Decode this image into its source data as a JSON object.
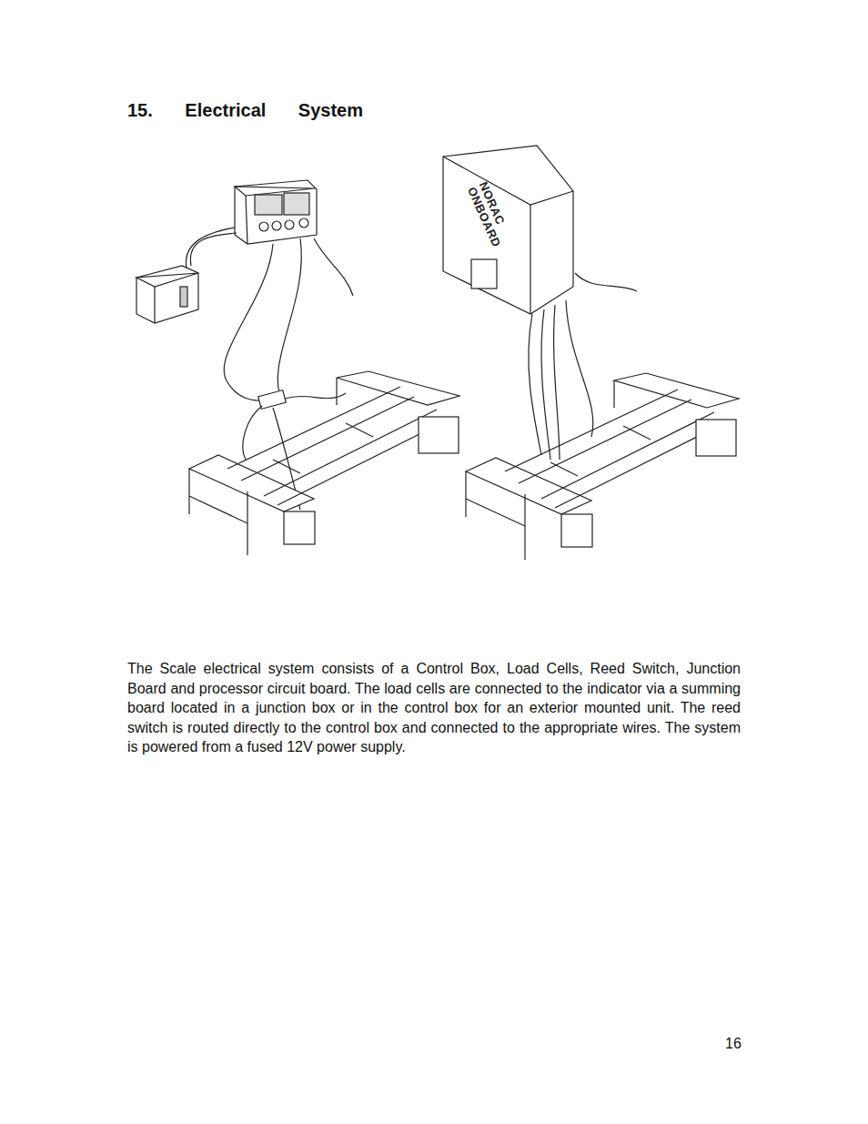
{
  "diagram": {
    "title": "15. Electrical System",
    "caption": "The Scale electrical system consists of a Control Box, Load Cells, Reed Switch, Junction Board and processor circuit board. The load cells are connected to the indicator via a summing board located in a junction box or in the control box for an exterior mounted unit. The reed switch is routed directly to the control box and connected to the appropriate wires. The system is powered from a fused 12V power supply.",
    "labels": [
      "NORAC ONBOARD",
      "16"
    ]
  }
}
